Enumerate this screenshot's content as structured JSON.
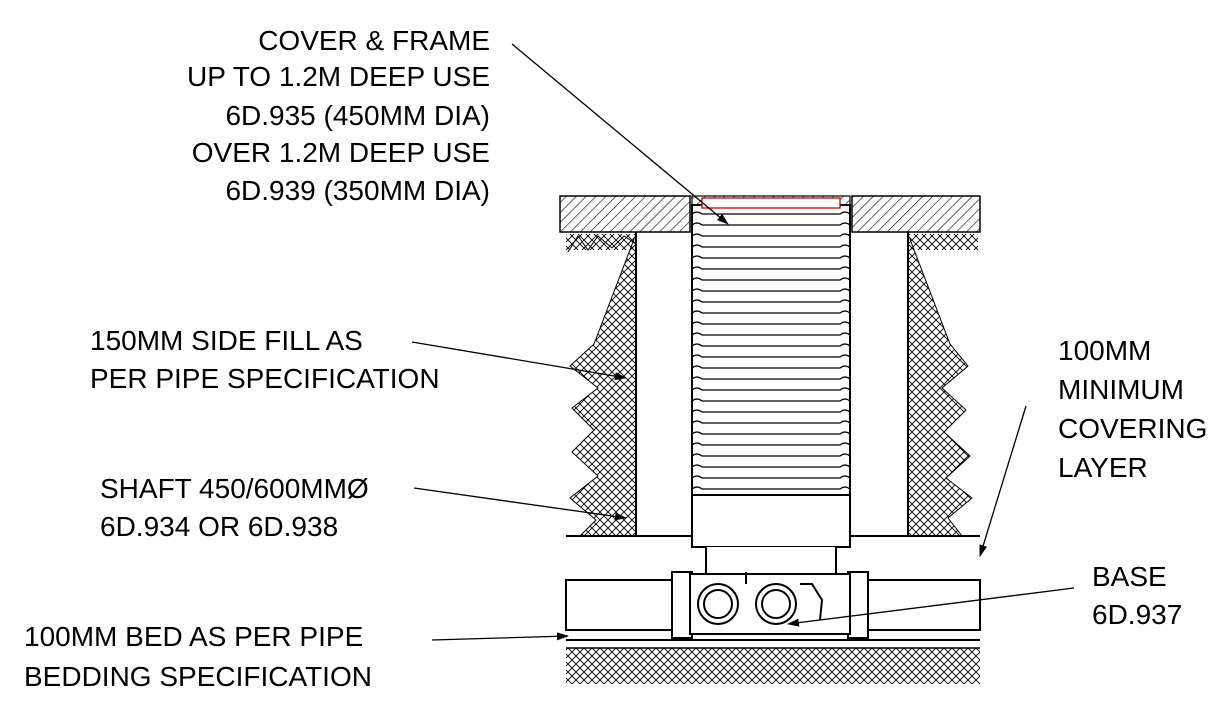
{
  "labels": {
    "cover_frame": [
      "COVER & FRAME",
      "UP TO 1.2M DEEP USE",
      "6D.935 (450MM DIA)",
      "OVER 1.2M DEEP USE",
      "6D.939 (350MM DIA)"
    ],
    "side_fill": [
      "150MM SIDE FILL AS",
      "PER PIPE SPECIFICATION"
    ],
    "shaft": [
      "SHAFT 450/600MMØ",
      "6D.934 OR 6D.938"
    ],
    "bed": [
      "100MM BED AS PER PIPE",
      "BEDDING SPECIFICATION"
    ],
    "covering_layer": [
      "100MM",
      "MINIMUM",
      "COVERING",
      "LAYER"
    ],
    "base": [
      "BASE",
      "6D.937"
    ]
  },
  "colors": {
    "line": "#000000",
    "accent": "#cc0000",
    "background": "#ffffff"
  }
}
